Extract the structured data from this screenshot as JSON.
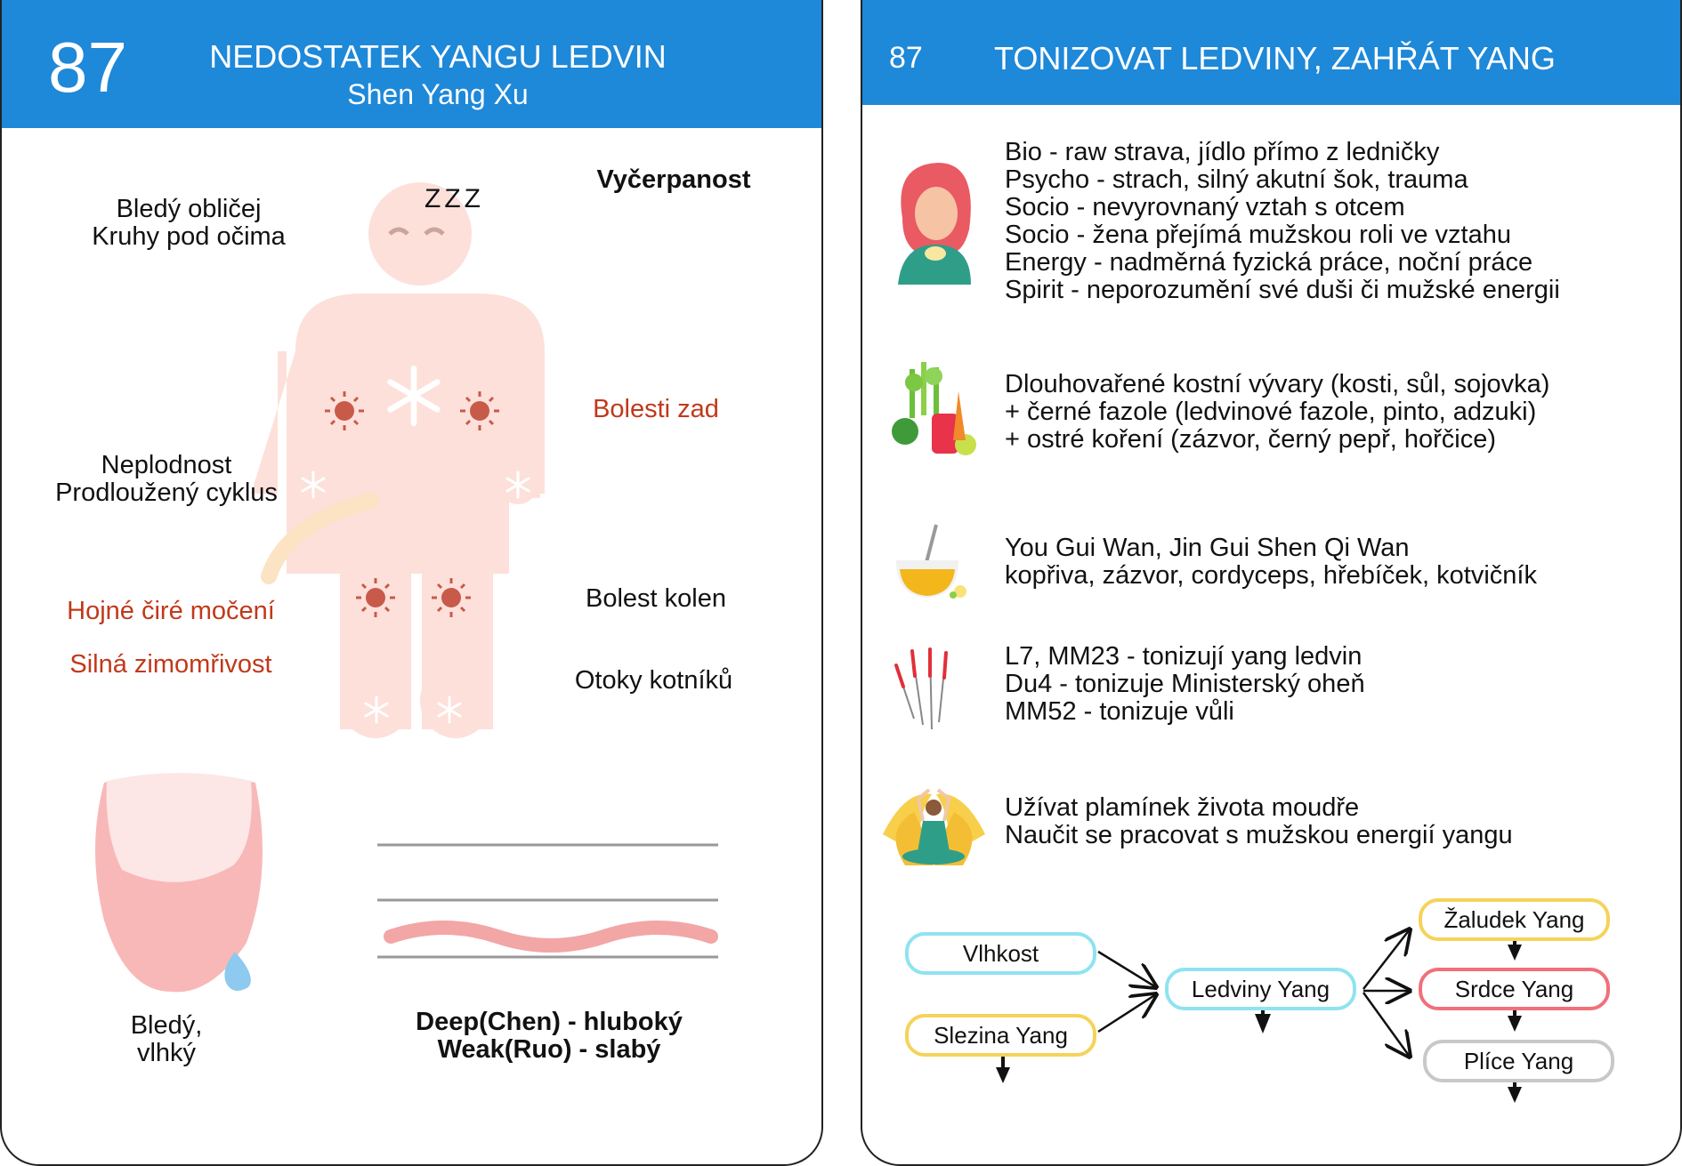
{
  "left": {
    "number": "87",
    "title": "NEDOSTATEK YANGU LEDVIN",
    "subtitle": "Shen Yang Xu",
    "sleep_mark": "ZZZ",
    "labels": {
      "face": [
        "Bledý obličej",
        "Kruhy pod očima"
      ],
      "fatigue": "Vyčerpanost",
      "back_pain": "Bolesti zad",
      "infertility": [
        "Neplodnost",
        "Prodloužený cyklus"
      ],
      "knee_pain": "Bolest kolen",
      "urination": "Hojné čiré močení",
      "chills": "Silná zimomřivost",
      "ankles": "Otoky kotníků"
    },
    "tongue": [
      "Bledý,",
      "vlhký"
    ],
    "pulse": [
      "Deep(Chen) - hluboký",
      "Weak(Ruo) - slabý"
    ]
  },
  "right": {
    "number": "87",
    "title": "TONIZOVAT LEDVINY, ZAHŘÁT YANG",
    "sections": [
      {
        "icon": "woman-with-tea-icon",
        "lines": [
          "Bio - raw strava, jídlo přímo z ledničky",
          "Psycho - strach, silný akutní šok, trauma",
          "Socio - nevyrovnaný vztah s otcem",
          "Socio - žena přejímá mužskou roli ve vztahu",
          "Energy - nadměrná fyzická práce, noční práce",
          "Spirit - neporozumění své duši či mužské energii"
        ]
      },
      {
        "icon": "vegetables-icon",
        "lines": [
          "Dlouhovařené kostní vývary (kosti, sůl, sojovka)",
          "+ černé fazole (ledvinové fazole, pinto, adzuki)",
          "+ ostré koření (zázvor, černý pepř, hořčice)"
        ]
      },
      {
        "icon": "herbal-tea-icon",
        "lines": [
          "You Gui Wan, Jin Gui Shen Qi Wan",
          "kopřiva, zázvor, cordyceps, hřebíček, kotvičník"
        ]
      },
      {
        "icon": "acupuncture-needles-icon",
        "lines": [
          "L7, MM23 - tonizují yang ledvin",
          "Du4 - tonizuje Ministerský oheň",
          "MM52 - tonizuje vůli"
        ]
      },
      {
        "icon": "meditation-lotus-icon",
        "lines": [
          "Užívat plamínek života moudře",
          "Naučit se pracovat s mužskou energií yangu"
        ]
      }
    ],
    "flow": {
      "vlhkost": "Vlhkost",
      "slezina": "Slezina Yang",
      "ledviny": "Ledviny Yang",
      "zaludek": "Žaludek Yang",
      "srdce": "Srdce Yang",
      "plice": "Plíce Yang",
      "colors": {
        "cyan": "#8fe3f0",
        "yellow": "#f5d35a",
        "red": "#f0707a",
        "gray": "#c8c8c8"
      }
    }
  },
  "colors": {
    "header": "#1e88d9",
    "accent_red": "#c0391b",
    "body": "#fde0da"
  }
}
